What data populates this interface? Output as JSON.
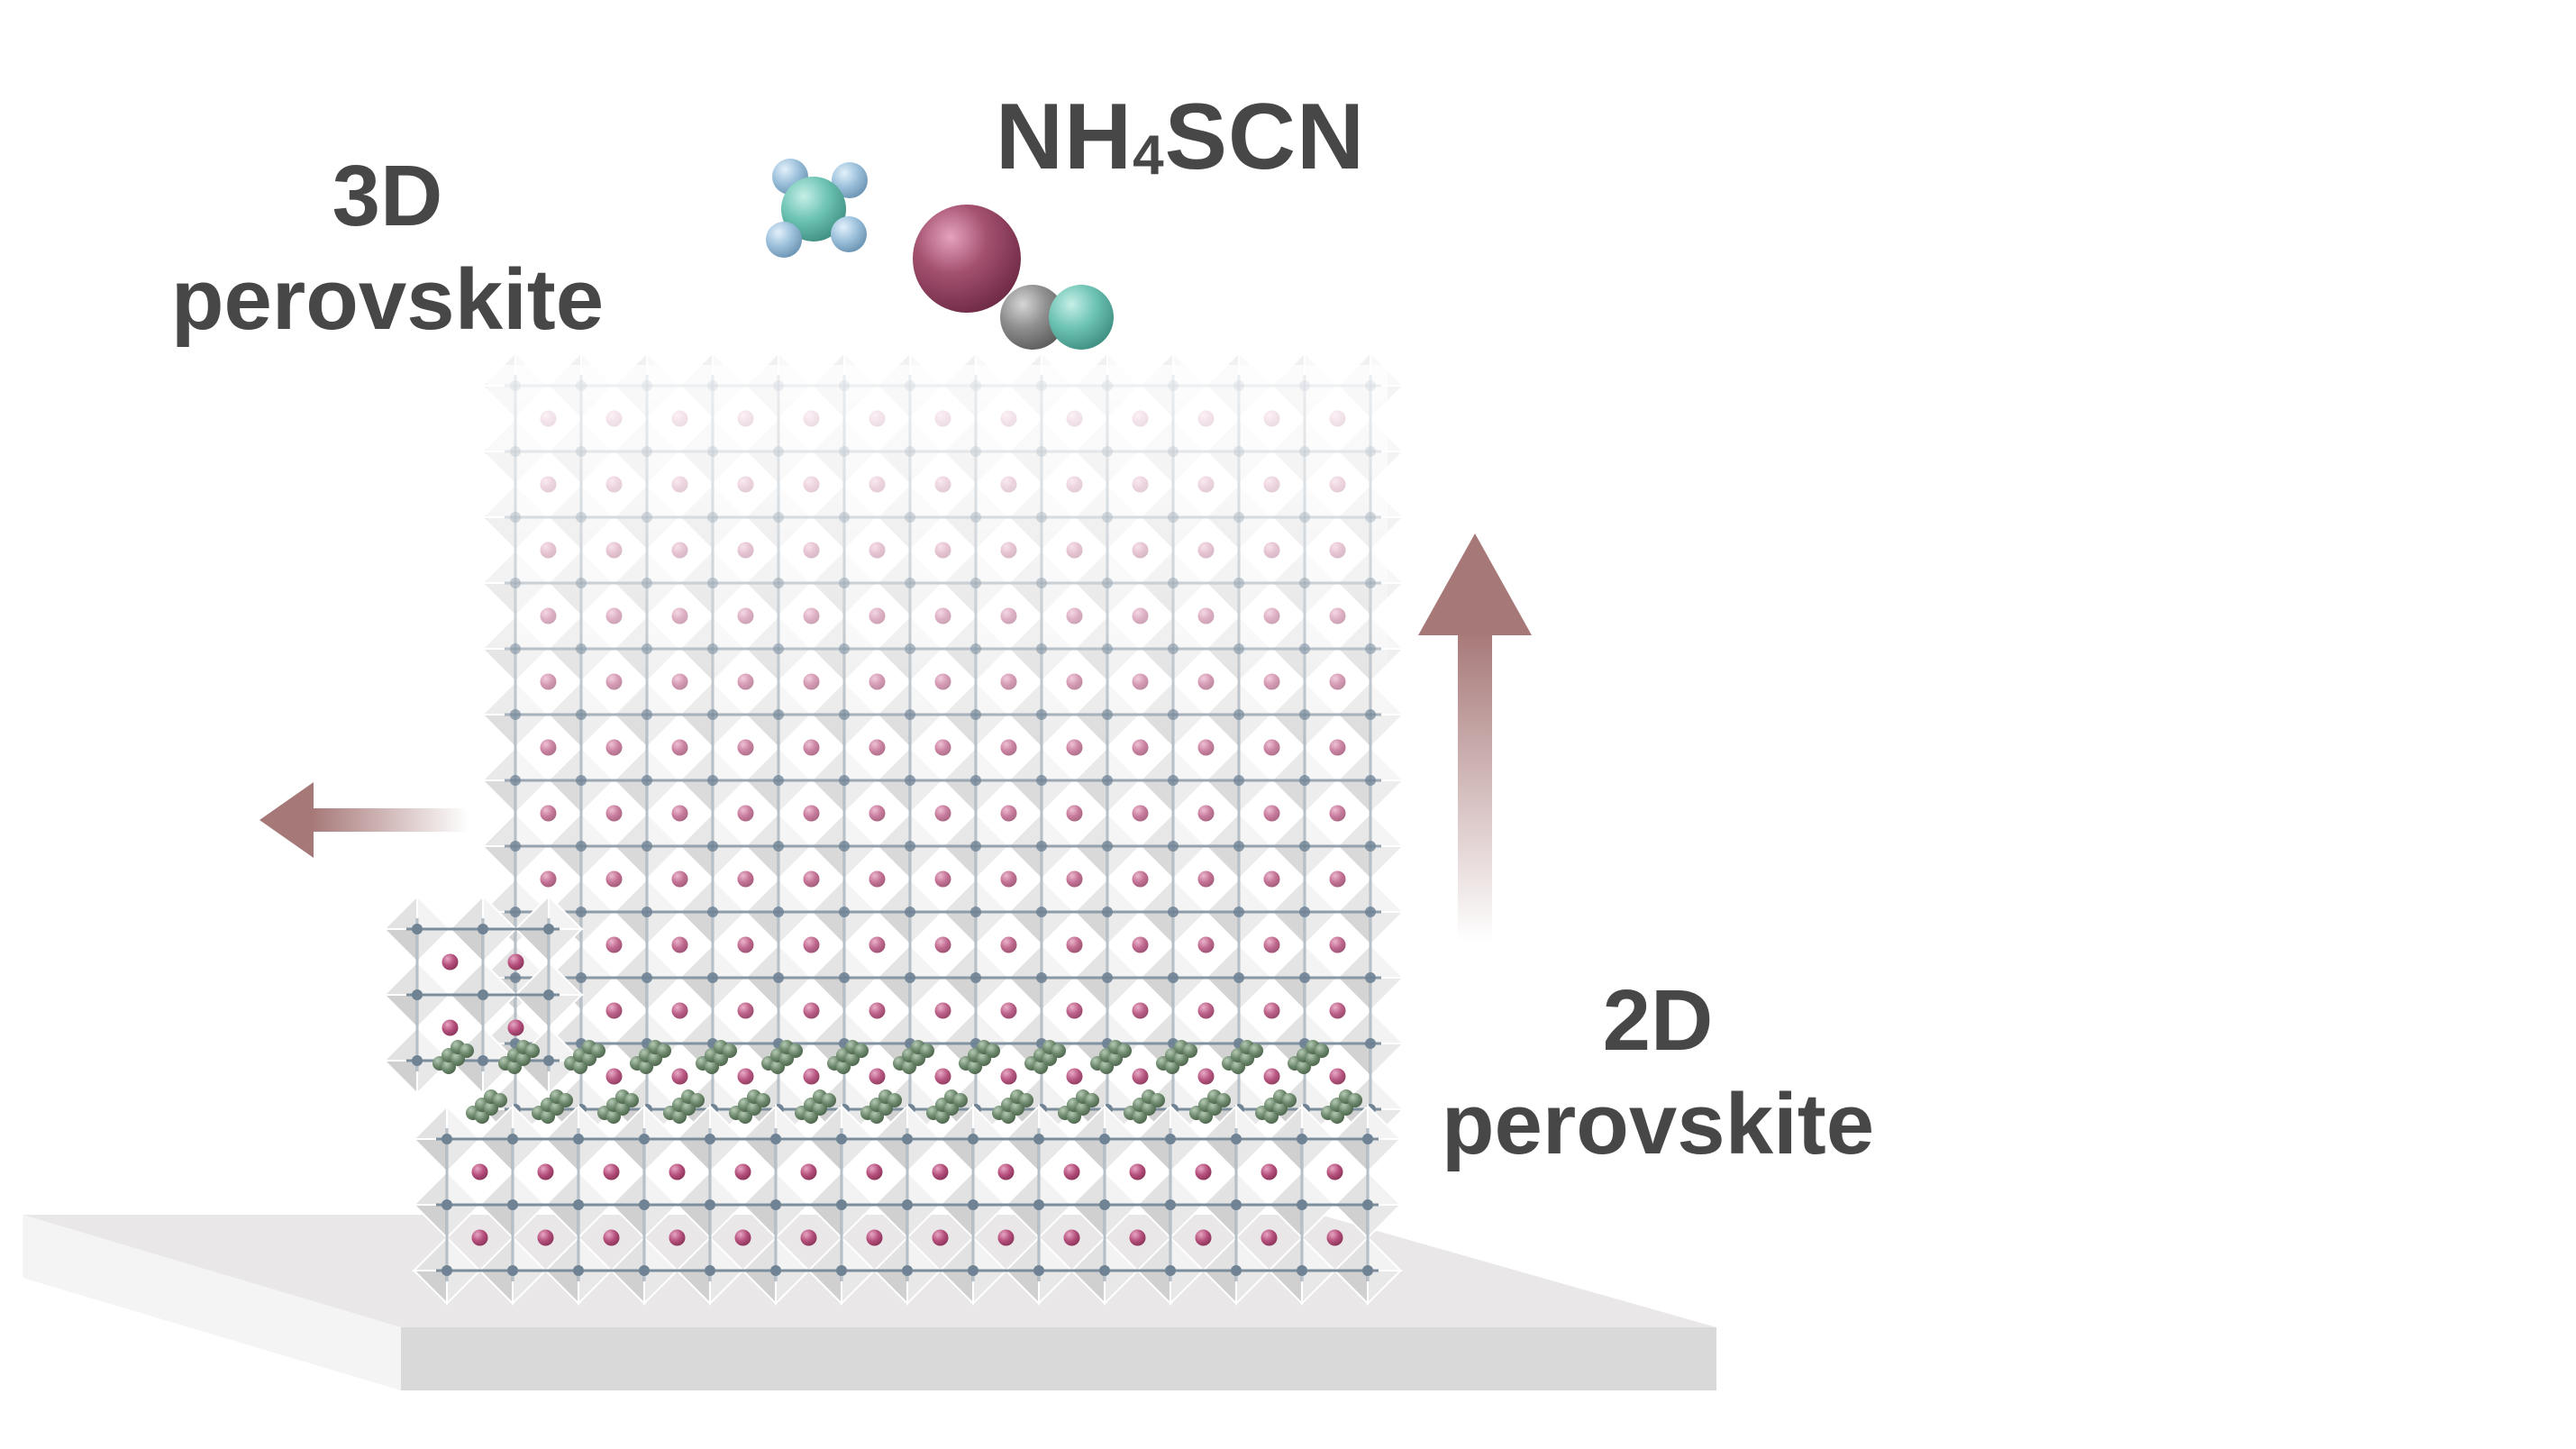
{
  "labels": {
    "three_d_line1": "3D",
    "three_d_line2": "perovskite",
    "two_d_line1": "2D",
    "two_d_line2": "perovskite",
    "formula_part1": "NH",
    "formula_subscript": "4",
    "formula_part2": "SCN"
  },
  "colors": {
    "background": "#ffffff",
    "text": "#474747",
    "a_site_cation": "#b54f7c",
    "spacer_molecule": "#6e8a6e",
    "lattice_node": "#6f8395",
    "octahedron_light": "#f1f1f1",
    "octahedron_dark": "#c9c9c9",
    "substrate_top": "#e9e7e8",
    "substrate_front": "#d9d9d9",
    "arrow": "#a77878",
    "ammonium_n": "#6dc3b4",
    "ammonium_h": "#9fc3dd",
    "thiocyanate_s": "#a4506f",
    "thiocyanate_c": "#8e8e8e",
    "thiocyanate_n": "#6dc3b4"
  },
  "icons": {
    "ammonium": "ammonium-ion-molecule",
    "thiocyanate": "thiocyanate-ion-molecule",
    "arrow_up": "arrow-up-icon",
    "arrow_left": "arrow-left-icon"
  }
}
